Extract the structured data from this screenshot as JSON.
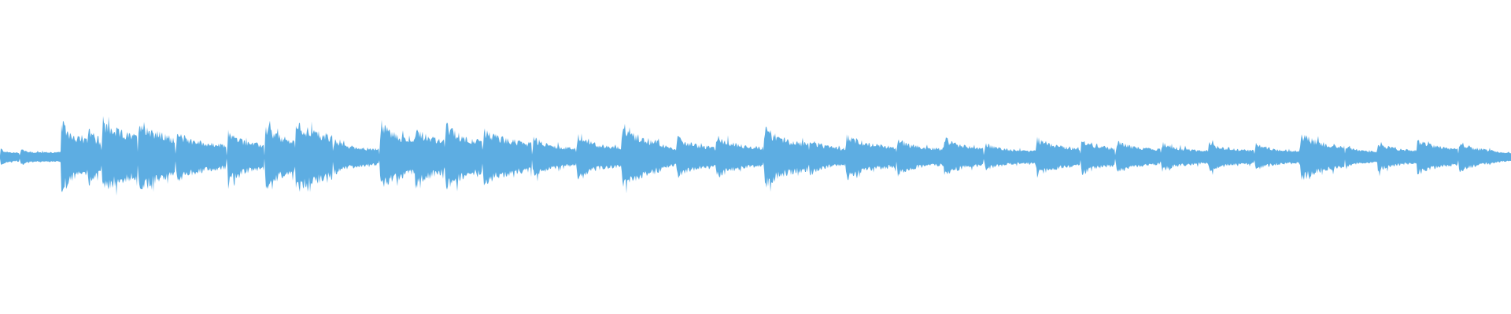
{
  "waveform": {
    "color": "#5dade2",
    "background": "#ffffff",
    "segments": [
      {
        "start": 0.0,
        "peak": 0.13,
        "decay": 1.7
      },
      {
        "start": 0.013,
        "peak": 0.15,
        "decay": 3.5
      },
      {
        "start": 0.04,
        "peak": 0.56,
        "decay": 0.7
      },
      {
        "start": 0.058,
        "peak": 0.46,
        "decay": 0.55
      },
      {
        "start": 0.067,
        "peak": 0.52,
        "decay": 0.35
      },
      {
        "start": 0.091,
        "peak": 0.6,
        "decay": 0.6
      },
      {
        "start": 0.116,
        "peak": 0.36,
        "decay": 0.65
      },
      {
        "start": 0.15,
        "peak": 0.4,
        "decay": 0.75
      },
      {
        "start": 0.175,
        "peak": 0.48,
        "decay": 0.55
      },
      {
        "start": 0.195,
        "peak": 0.52,
        "decay": 0.35
      },
      {
        "start": 0.22,
        "peak": 0.26,
        "decay": 0.9
      },
      {
        "start": 0.251,
        "peak": 0.55,
        "decay": 0.65
      },
      {
        "start": 0.274,
        "peak": 0.46,
        "decay": 0.5
      },
      {
        "start": 0.294,
        "peak": 0.52,
        "decay": 0.7
      },
      {
        "start": 0.319,
        "peak": 0.41,
        "decay": 0.55
      },
      {
        "start": 0.352,
        "peak": 0.3,
        "decay": 0.9
      },
      {
        "start": 0.381,
        "peak": 0.34,
        "decay": 0.9
      },
      {
        "start": 0.411,
        "peak": 0.53,
        "decay": 0.7
      },
      {
        "start": 0.434,
        "peak": 0.27,
        "decay": 0.8
      },
      {
        "start": 0.447,
        "peak": 0.31,
        "decay": 0.75
      },
      {
        "start": 0.473,
        "peak": 0.33,
        "decay": 0.9
      },
      {
        "start": 0.505,
        "peak": 0.46,
        "decay": 0.75
      },
      {
        "start": 0.535,
        "peak": 0.28,
        "decay": 0.85
      },
      {
        "start": 0.559,
        "peak": 0.35,
        "decay": 0.85
      },
      {
        "start": 0.593,
        "peak": 0.28,
        "decay": 0.95
      },
      {
        "start": 0.624,
        "peak": 0.3,
        "decay": 0.9
      },
      {
        "start": 0.651,
        "peak": 0.2,
        "decay": 1.0
      },
      {
        "start": 0.685,
        "peak": 0.3,
        "decay": 0.9
      },
      {
        "start": 0.715,
        "peak": 0.3,
        "decay": 0.9
      },
      {
        "start": 0.738,
        "peak": 0.25,
        "decay": 0.95
      },
      {
        "start": 0.768,
        "peak": 0.22,
        "decay": 1.0
      },
      {
        "start": 0.799,
        "peak": 0.22,
        "decay": 1.0
      },
      {
        "start": 0.83,
        "peak": 0.2,
        "decay": 1.0
      },
      {
        "start": 0.86,
        "peak": 0.38,
        "decay": 0.85
      },
      {
        "start": 0.89,
        "peak": 0.17,
        "decay": 1.1
      },
      {
        "start": 0.911,
        "peak": 0.22,
        "decay": 1.0
      },
      {
        "start": 0.937,
        "peak": 0.28,
        "decay": 0.9
      },
      {
        "start": 0.965,
        "peak": 0.24,
        "decay": 0.9
      },
      {
        "start": 0.985,
        "peak": 0.12,
        "decay": 1.2
      }
    ]
  }
}
